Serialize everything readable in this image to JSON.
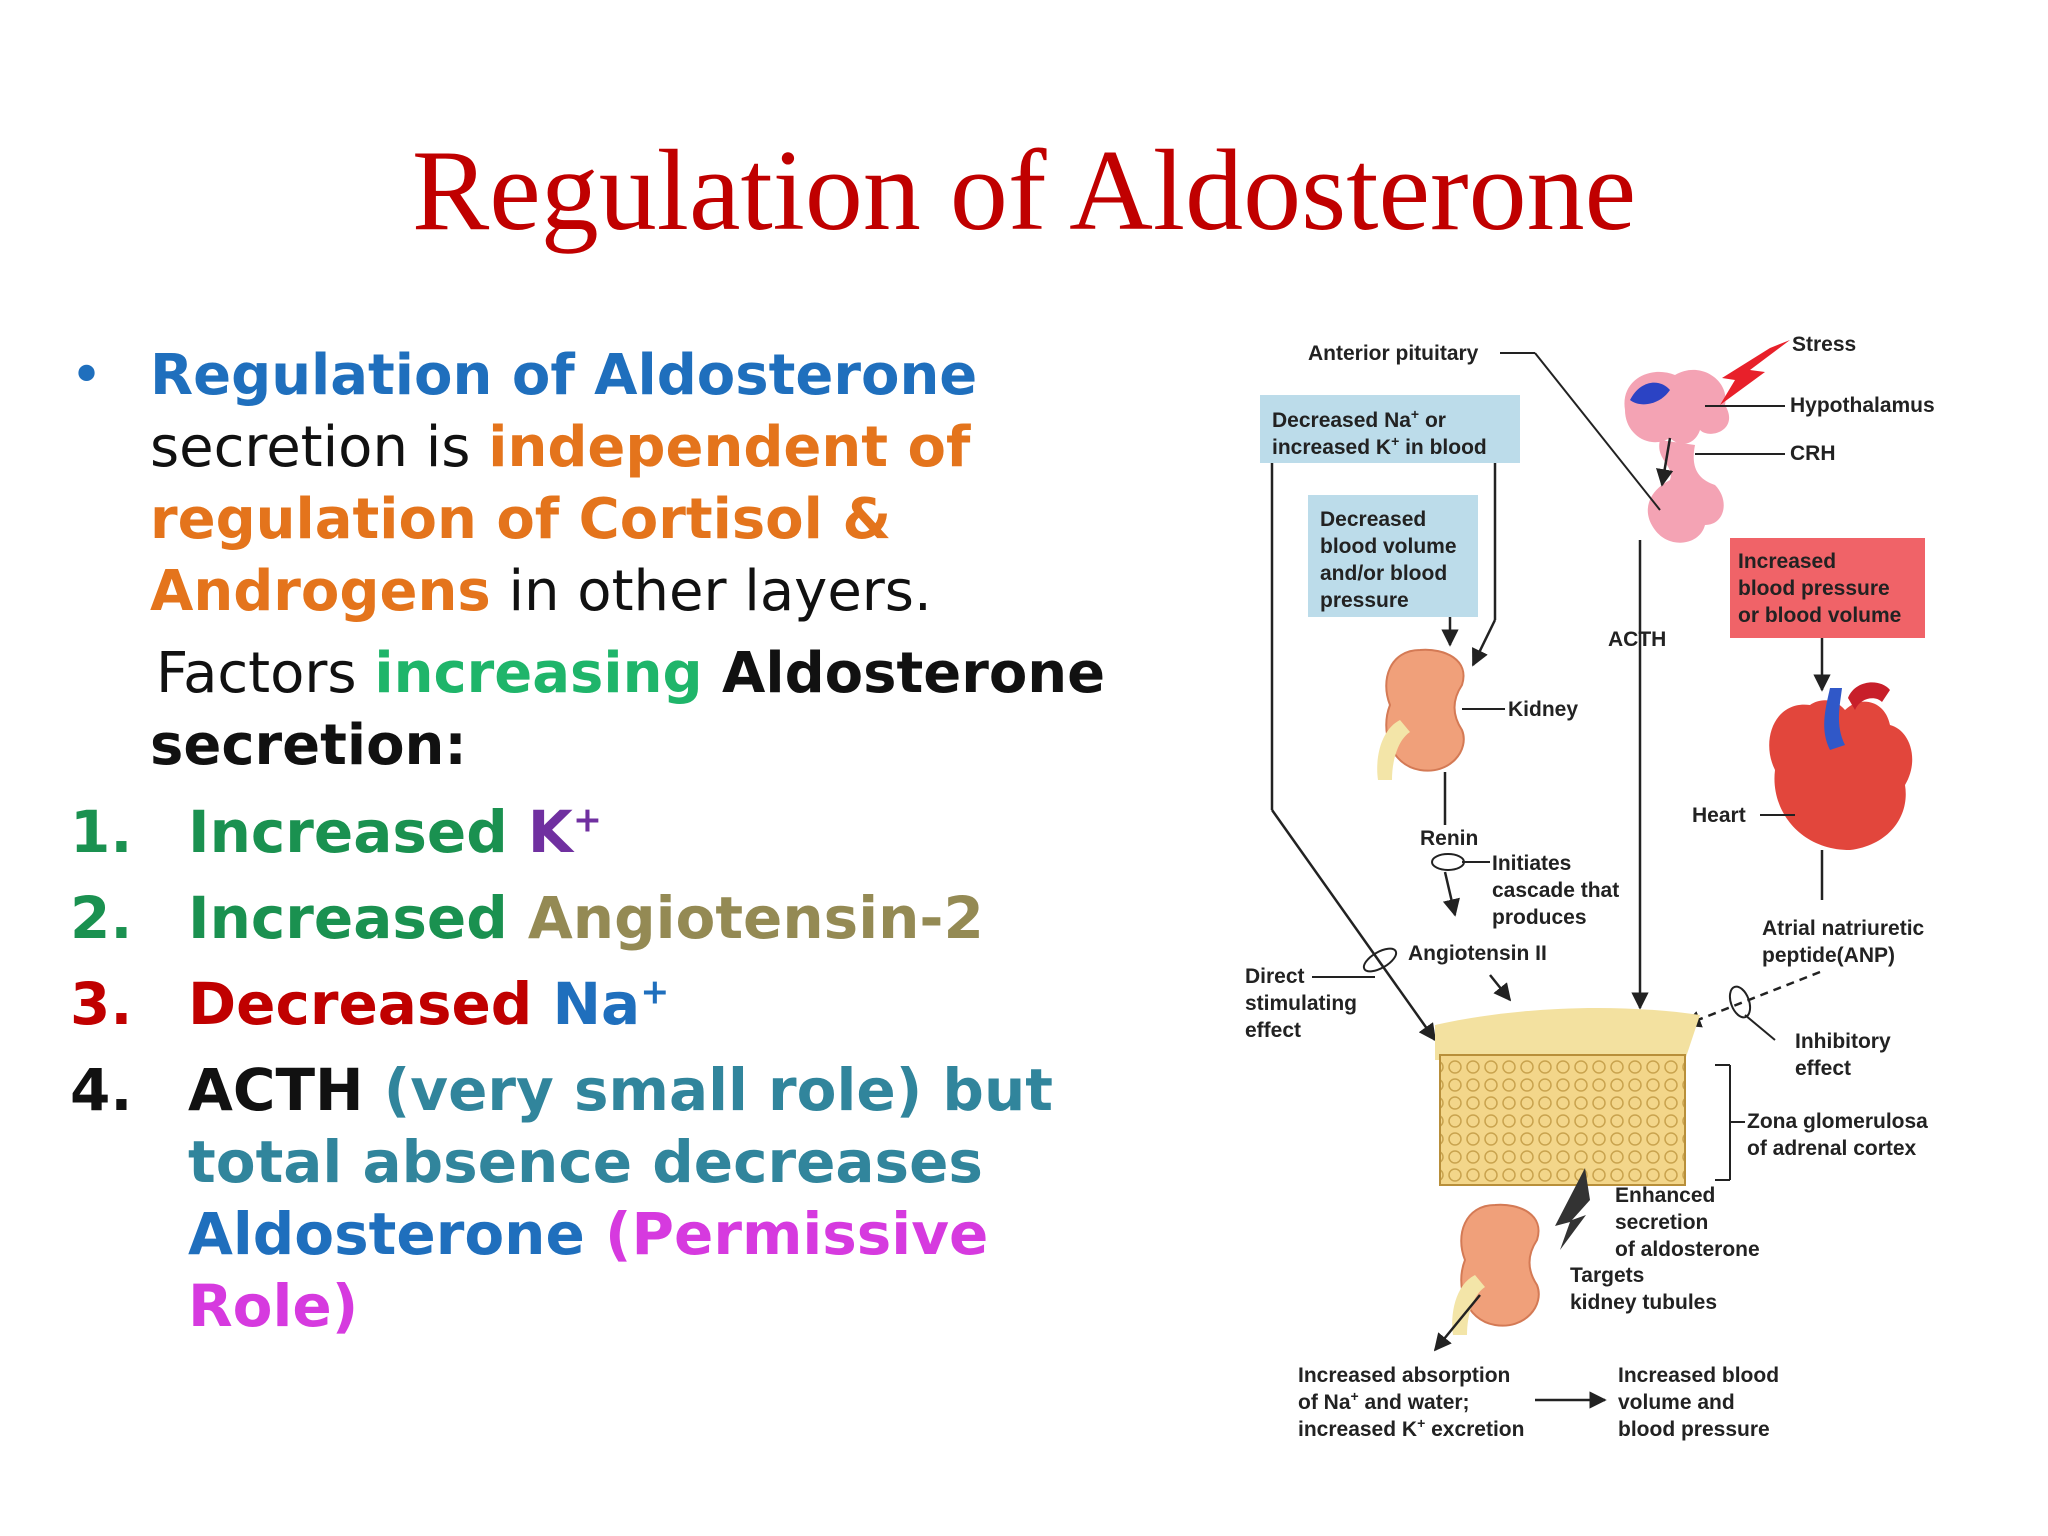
{
  "title": "Regulation of Aldosterone",
  "bullet": {
    "p1": "Regulation of Aldosterone",
    "p2": "secretion is ",
    "p3": "independent of regulation of Cortisol & Androgens",
    "p4": " in other layers."
  },
  "factors": {
    "p1": "Factors ",
    "p2": "increasing",
    "p3": " Aldosterone",
    "p4": "secretion:"
  },
  "items": [
    {
      "num": "1.",
      "a": "Increased ",
      "b": "K",
      "sup": "+"
    },
    {
      "num": "2.",
      "a": "Increased ",
      "b": "Angiotensin-2"
    },
    {
      "num": "3.",
      "a": "Decreased ",
      "b": "Na",
      "sup": "+"
    },
    {
      "num": "4.",
      "a": "ACTH",
      "b": " (very small role) but total absence decreases ",
      "c": "Aldosterone",
      "d": " (Permissive Role)"
    }
  ],
  "diagram": {
    "anterior_pituitary": "Anterior pituitary",
    "stress": "Stress",
    "hypothalamus": "Hypothalamus",
    "crh": "CRH",
    "box_na_1": "Decreased Na",
    "box_na_sup": "+",
    "box_na_1b": " or",
    "box_na_2": "increased K",
    "box_na_2b": " in blood",
    "box_bv_1": "Decreased",
    "box_bv_2": "blood volume",
    "box_bv_3": "and/or blood",
    "box_bv_4": "pressure",
    "box_bp_1": "Increased",
    "box_bp_2": "blood pressure",
    "box_bp_3": "or blood volume",
    "acth": "ACTH",
    "kidney": "Kidney",
    "heart": "Heart",
    "renin": "Renin",
    "cascade_1": "Initiates",
    "cascade_2": "cascade that",
    "cascade_3": "produces",
    "angiotensin": "Angiotensin II",
    "anp_1": "Atrial natriuretic",
    "anp_2": "peptide(ANP)",
    "direct_1": "Direct",
    "direct_2": "stimulating",
    "direct_3": "effect",
    "inhib_1": "Inhibitory",
    "inhib_2": "effect",
    "zona_1": "Zona glomerulosa",
    "zona_2": "of adrenal cortex",
    "enh_1": "Enhanced",
    "enh_2": "secretion",
    "enh_3": "of aldosterone",
    "targets_1": "Targets",
    "targets_2": "kidney tubules",
    "abs_1": "Increased absorption",
    "abs_2a": "of Na",
    "abs_2b": " and water;",
    "abs_3a": "increased K",
    "abs_3b": " excretion",
    "res_1": "Increased blood",
    "res_2": "volume and",
    "res_3": "blood pressure"
  },
  "colors": {
    "title": "#c00000",
    "blue_box": "#bcdcea",
    "red_box": "#f06368",
    "kidney": "#f0a07a",
    "pituitary": "#f4a3b4",
    "adrenal": "#f2dc9a"
  }
}
